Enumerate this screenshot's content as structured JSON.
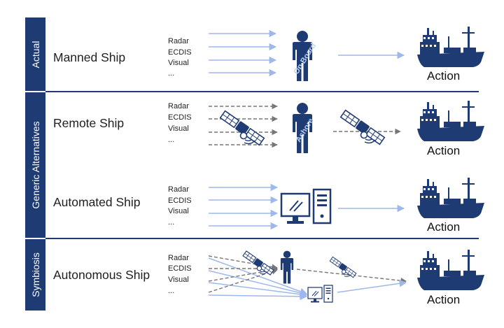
{
  "side_labels": {
    "actual": "Actual",
    "generic": "Generic Alternatives",
    "symbiosis": "Symbiosis"
  },
  "rows": [
    {
      "title": "Manned Ship",
      "sources": [
        "Radar",
        "ECDIS",
        "Visual",
        "..."
      ],
      "operator_tag": "On Board",
      "action": "Action"
    },
    {
      "title": "Remote Ship",
      "sources": [
        "Radar",
        "ECDIS",
        "Visual",
        "..."
      ],
      "operator_tag": "Ashore",
      "action": "Action"
    },
    {
      "title": "Automated Ship",
      "sources": [
        "Radar",
        "ECDIS",
        "Visual",
        "..."
      ],
      "action": "Action"
    },
    {
      "title": "Autonomous Ship",
      "sources": [
        "Radar",
        "ECDIS",
        "Visual",
        "..."
      ],
      "action": "Action"
    }
  ],
  "colors": {
    "navy": "#1f3b73",
    "arrow_blue": "#9db8ec",
    "dashed_gray": "#777777",
    "divider": "#1f3b73"
  },
  "icons": [
    "person-icon",
    "satellite-icon",
    "computer-icon",
    "ship-icon",
    "arrow-icon",
    "dashed-arrow-icon"
  ]
}
